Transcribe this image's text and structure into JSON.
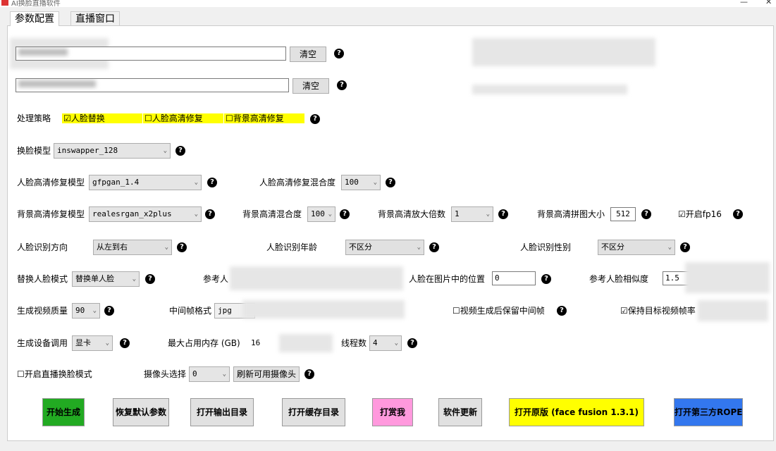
{
  "window": {
    "title": "AI换脸直播软件",
    "minimize_icon": "—",
    "close_icon": "✕"
  },
  "tabs": [
    "参数配置",
    "直播窗口"
  ],
  "rows": {
    "clear_label": "清空",
    "strategy": {
      "label": "处理策略",
      "options": [
        "☑人脸替换",
        "☐人脸高清修复",
        "☐背景高清修复"
      ]
    },
    "swap_model": {
      "label": "换脸模型",
      "value": "inswapper_128"
    },
    "face_enhance": {
      "label": "人脸高清修复模型",
      "value": "gfpgan_1.4",
      "blend_label": "人脸高清修复混合度",
      "blend_value": "100"
    },
    "bg_enhance": {
      "label": "背景高清修复模型",
      "value": "realesrgan_x2plus",
      "blend_label": "背景高清混合度",
      "blend_value": "100",
      "scale_label": "背景高清放大倍数",
      "scale_value": "1",
      "tile_label": "背景高清拼图大小",
      "tile_value": "512",
      "fp16_label": "☑开启fp16"
    },
    "detect": {
      "dir_label": "人脸识别方向",
      "dir_value": "从左到右",
      "age_label": "人脸识别年龄",
      "age_value": "不区分",
      "gender_label": "人脸识别性别",
      "gender_value": "不区分"
    },
    "replace": {
      "mode_label": "替换人脸模式",
      "mode_value": "替换单人脸",
      "ref_label": "参考人",
      "pos_label": "人脸在图片中的位置",
      "pos_value": "0",
      "sim_label": "参考人脸相似度",
      "sim_value": "1.5"
    },
    "video": {
      "quality_label": "生成视频质量",
      "quality_value": "90",
      "frame_label": "中间帧格式",
      "frame_value": "jpg",
      "keep_label": "☐视频生成后保留中间帧",
      "fps_label": "☑保持目标视频帧率"
    },
    "device": {
      "label": "生成设备调用",
      "value": "显卡",
      "mem_label": "最大占用内存 (GB)",
      "mem_value": "16",
      "thread_label": "线程数",
      "thread_value": "4"
    },
    "live": {
      "toggle_label": "☐开启直播换脸模式",
      "cam_label": "摄像头选择",
      "cam_value": "0",
      "refresh_label": "刷新可用摄像头"
    }
  },
  "help_glyph": "?",
  "chevron_glyph": "⌄",
  "buttons": {
    "start": "开始生成",
    "restore": "恢复默认参数",
    "open_output": "打开输出目录",
    "open_cache": "打开缓存目录",
    "donate": "打赏我",
    "update": "软件更新",
    "open_original": "打开原版 (face fusion 1.3.1)",
    "open_rope": "打开第三方ROPE"
  },
  "colors": {
    "start": "#22aa22",
    "donate": "#ff99dd",
    "original": "#ffff00",
    "rope": "#3377ee",
    "highlight": "#ffff00"
  }
}
